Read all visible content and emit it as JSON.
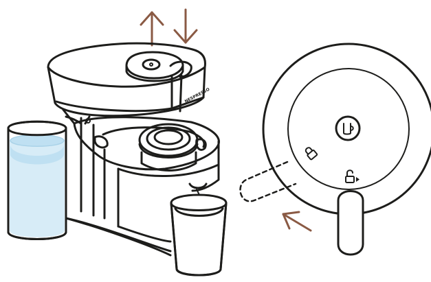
{
  "figure": {
    "brand_logo_text": "NESPRESSO",
    "colors": {
      "line": "#1d1d1b",
      "arrow": "#8a5a44",
      "water_light": "#d7ecf7",
      "water_mid": "#bfe0f2",
      "background": "#ffffff"
    },
    "icons": {
      "up_arrow": "arrow-up",
      "down_arrow": "arrow-down",
      "insert_arrow": "arrow-diagonal",
      "cup_button": "cup-icon",
      "locked": "lock-closed-icon",
      "unlocked": "lock-open-icon"
    }
  }
}
